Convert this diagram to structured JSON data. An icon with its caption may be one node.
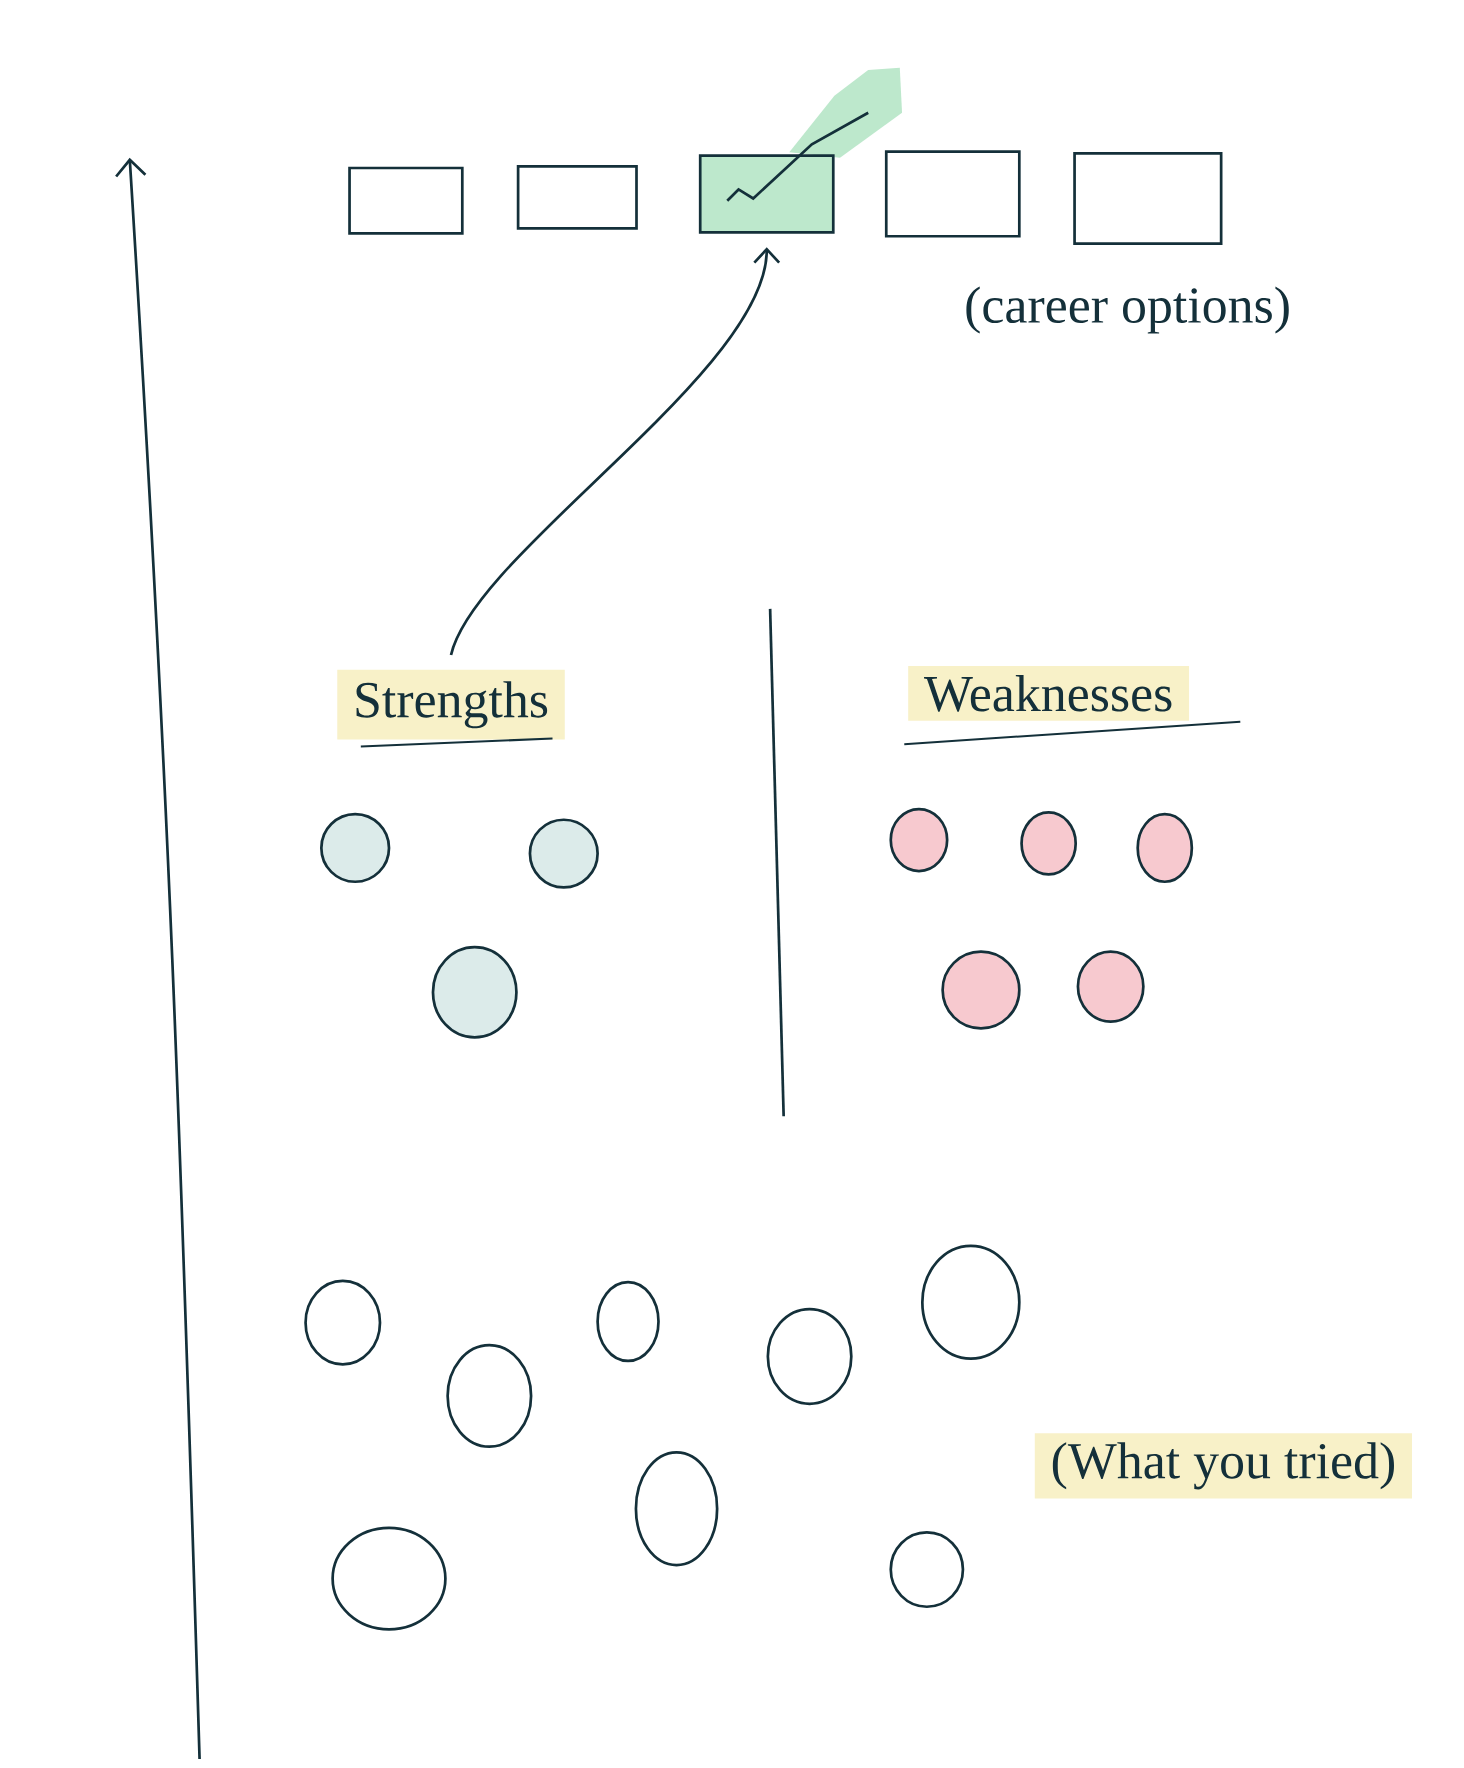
{
  "diagram": {
    "nodes": [
      {
        "text": [],
        "shape": "box"
      },
      {
        "text": [],
        "shape": "box"
      },
      {
        "text": [],
        "shape": "box"
      },
      {
        "text": [],
        "shape": "box"
      },
      {
        "text": [],
        "shape": "box"
      },
      {
        "text": [
          "Strengths"
        ]
      },
      {
        "text": [],
        "shape": "circle"
      },
      {
        "text": [],
        "shape": "circle"
      },
      {
        "text": [],
        "shape": "circle"
      },
      {
        "text": [],
        "shape": "circle"
      },
      {
        "text": [],
        "shape": "circle"
      },
      {
        "text": [],
        "shape": "circle"
      },
      {
        "text": [],
        "shape": "circle"
      },
      {
        "text": [],
        "shape": "circle"
      },
      {
        "text": [],
        "shape": "circle"
      },
      {
        "text": [],
        "shape": "circle"
      },
      {
        "text": [],
        "shape": "circle"
      },
      {
        "text": [],
        "shape": "circle"
      },
      {
        "text": [],
        "shape": "circle"
      },
      {
        "text": [],
        "shape": "circle"
      },
      {
        "text": [],
        "shape": "circle"
      },
      {
        "text": [],
        "shape": "circle"
      }
    ],
    "edges": [
      {
        "from": 5,
        "to": 2,
        "arrow": "to"
      }
    ],
    "labels": [
      "(career options)",
      "Weaknesses",
      "(What you tried)"
    ]
  }
}
